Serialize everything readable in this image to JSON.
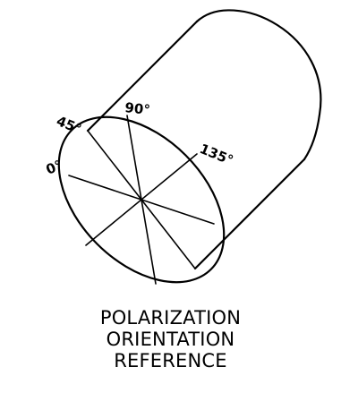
{
  "diagram": {
    "angle_labels": {
      "deg_0": "0°",
      "deg_45": "45°",
      "deg_90": "90°",
      "deg_135": "135°"
    },
    "caption_lines": [
      "POLARIZATION",
      "ORIENTATION",
      "REFERENCE"
    ],
    "line_color": "#000000",
    "background_color": "#ffffff"
  }
}
